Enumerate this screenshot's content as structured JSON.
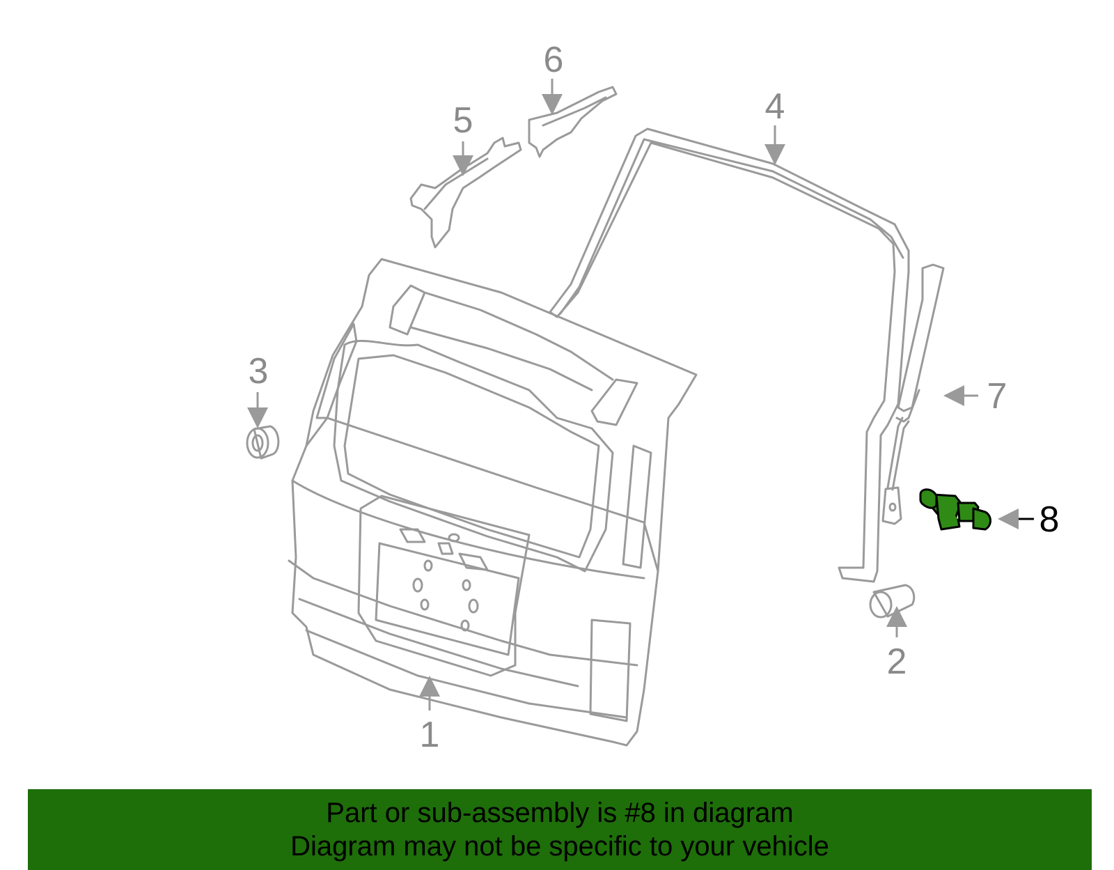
{
  "diagram": {
    "callouts": {
      "c1": "1",
      "c2": "2",
      "c3": "3",
      "c4": "4",
      "c5": "5",
      "c6": "6",
      "c7": "7",
      "c8": "8"
    },
    "highlighted_part": "8",
    "highlight_color": "#2f8a16",
    "line_color": "#9a9a9a"
  },
  "banner": {
    "line1": "Part or sub-assembly is #8 in diagram",
    "line2": "Diagram may not be specific to your vehicle",
    "background": "#1e6e0a"
  }
}
